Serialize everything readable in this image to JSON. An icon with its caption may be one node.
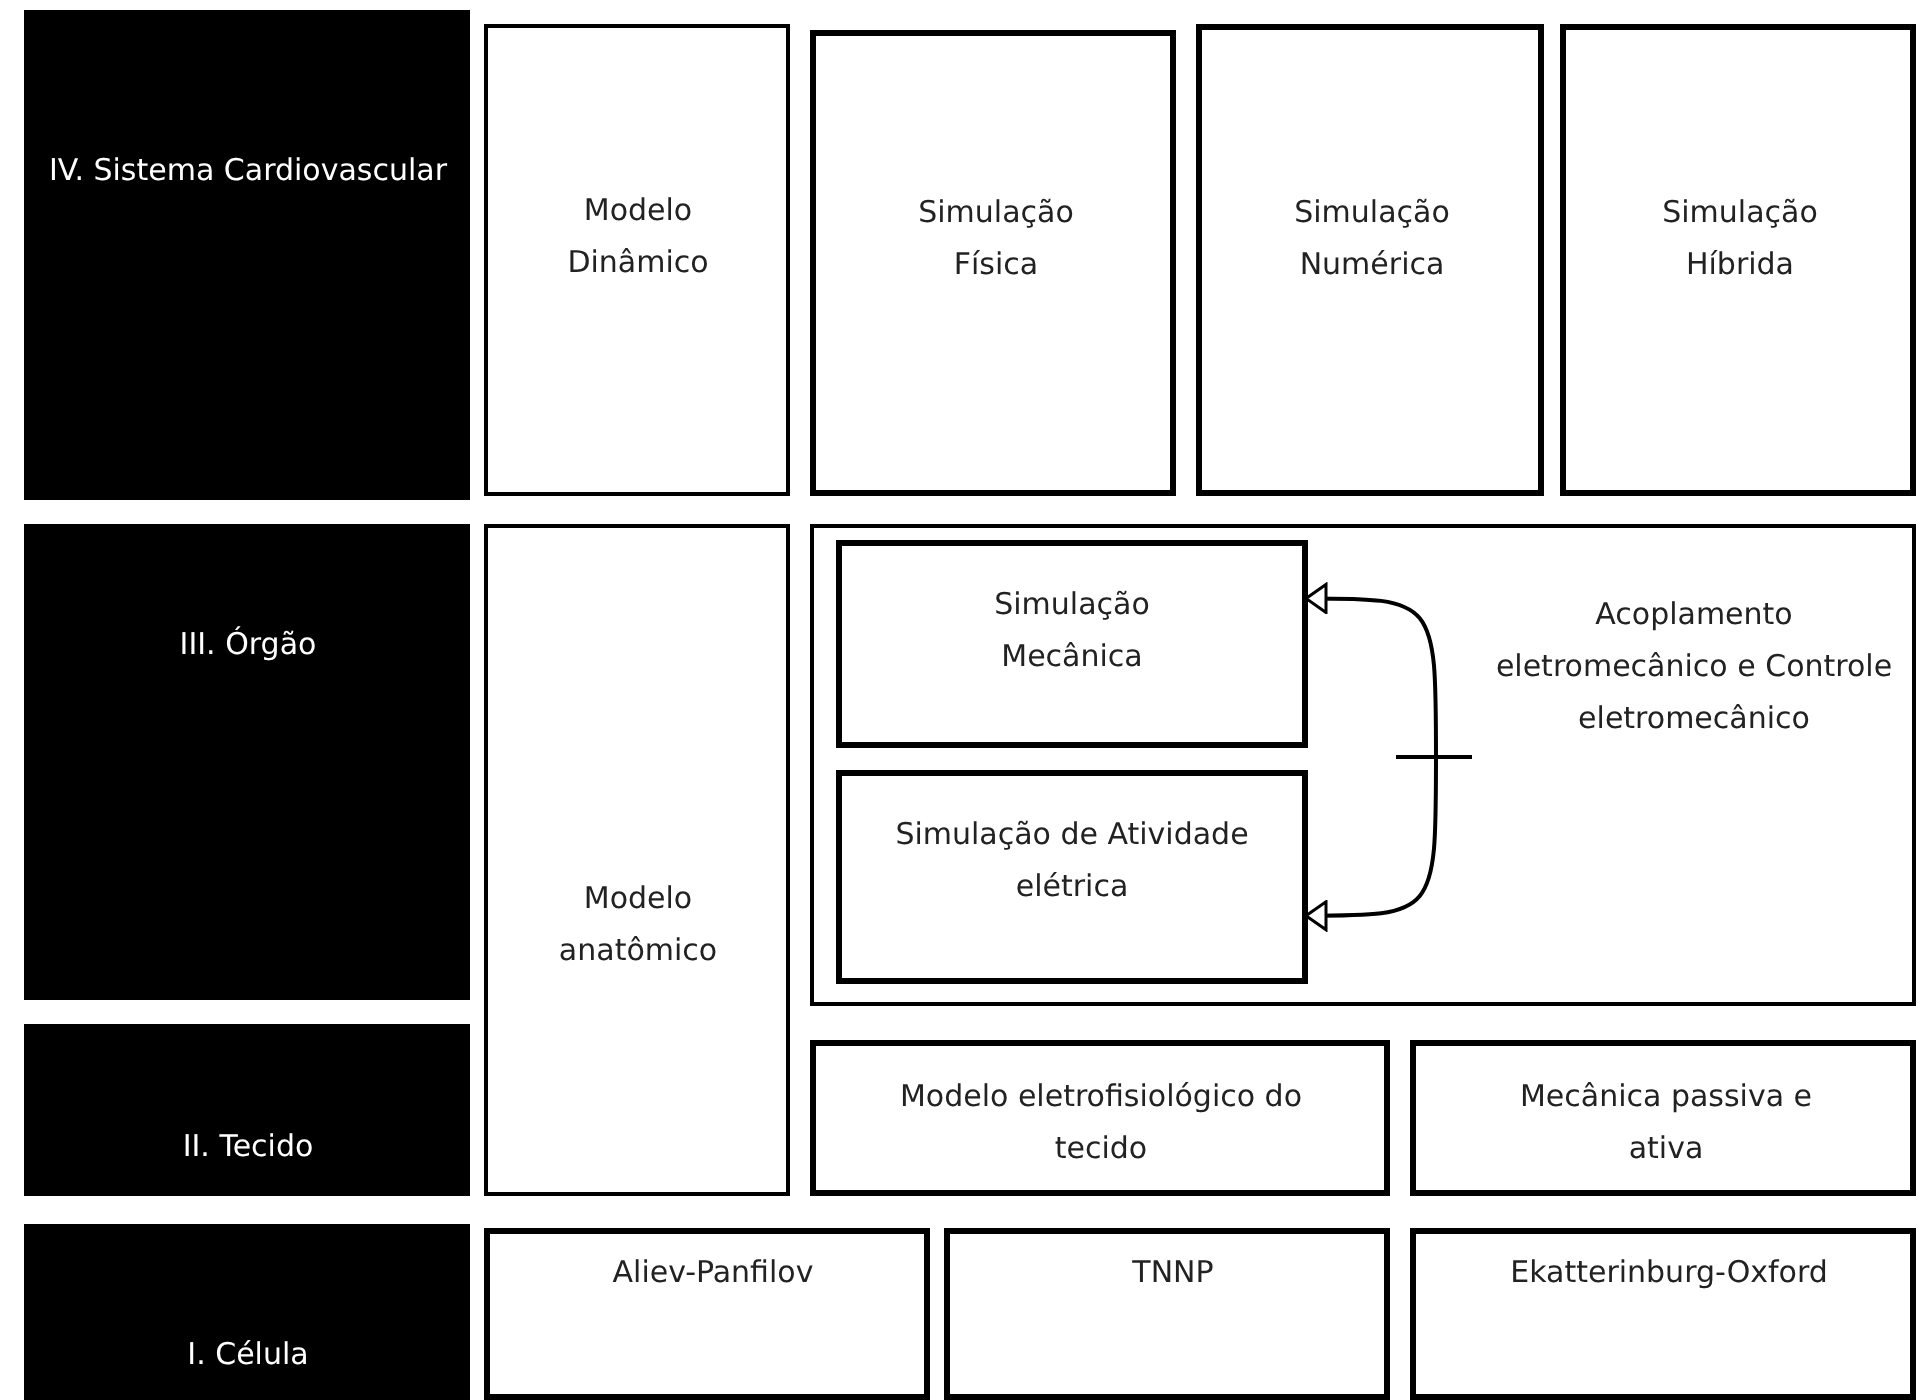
{
  "diagram": {
    "nodes": [
      {
        "text": [
          "IV. Sistema Cardiovascular"
        ]
      },
      {
        "text": [
          "Modelo Dinâmico"
        ]
      },
      {
        "text": [
          "Simulação Física"
        ]
      },
      {
        "text": [
          "Simulação Numérica"
        ]
      },
      {
        "text": [
          "Simulação Híbrida"
        ]
      },
      {
        "text": [
          "III.  Órgão"
        ]
      },
      {
        "text": [
          "Modelo anatômico"
        ]
      },
      {
        "text": [
          "Acoplamento eletromecânico e Controle eletromecânico"
        ]
      },
      {
        "text": [
          "Simulação Mecânica"
        ],
        "in": 7
      },
      {
        "text": [
          "Simulação de Atividade elétrica"
        ],
        "in": 7
      },
      {
        "text": [
          "II. Tecido"
        ]
      },
      {
        "text": [
          "Modelo eletrofisiológico do tecido"
        ]
      },
      {
        "text": [
          "Mecânica passiva e ativa"
        ]
      },
      {
        "text": [
          "I. Célula"
        ]
      },
      {
        "text": [
          "Aliev-Panfilov"
        ]
      },
      {
        "text": [
          "TNNP"
        ]
      },
      {
        "text": [
          "Ekatterinburg-Oxford"
        ]
      }
    ],
    "edges": [
      {
        "from": 8,
        "to": 9,
        "arrow": "both"
      }
    ]
  }
}
